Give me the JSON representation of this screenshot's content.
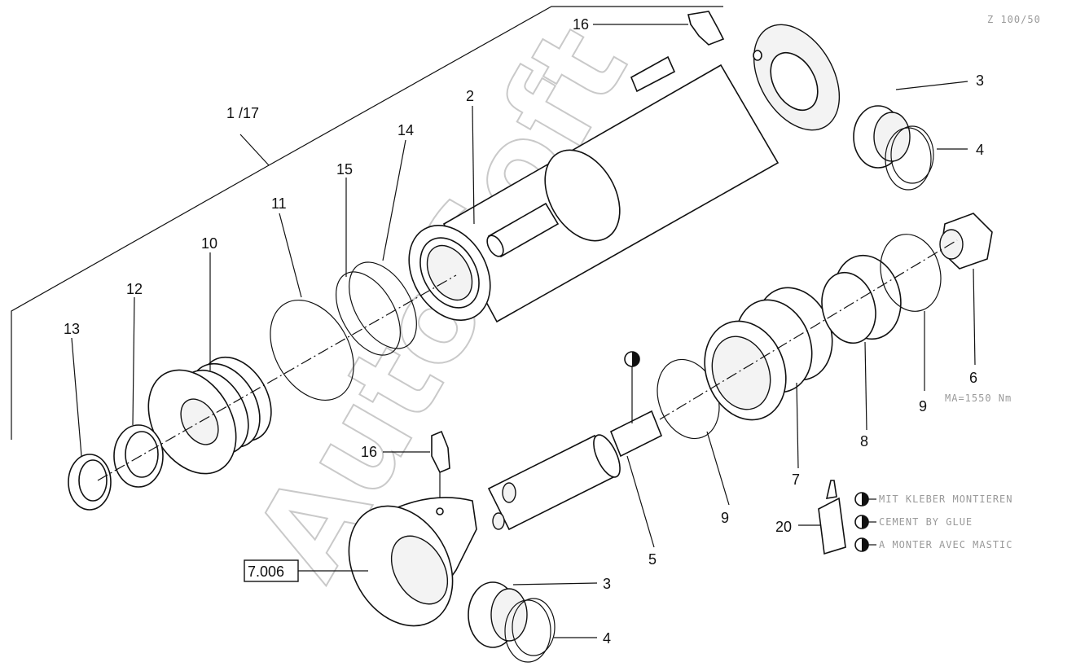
{
  "drawing_code": "Z 100/50",
  "watermark": "AutoSoft",
  "torque_note": "MA=1550 Nm",
  "assembly_ref": "1 /17",
  "boxed_ref": "7.006",
  "part_labels": {
    "p16_top": "16",
    "p3_top": "3",
    "p4_top": "4",
    "p2": "2",
    "p14": "14",
    "p15": "15",
    "p11": "11",
    "p10": "10",
    "p12": "12",
    "p13": "13",
    "p16_bottom": "16",
    "p6": "6",
    "p9_right": "9",
    "p8": "8",
    "p7": "7",
    "p9_mid": "9",
    "p5": "5",
    "p20": "20",
    "p3_bottom": "3",
    "p4_bottom": "4"
  },
  "legend": [
    {
      "text": "MIT KLEBER MONTIEREN"
    },
    {
      "text": "CEMENT BY GLUE"
    },
    {
      "text": "A MONTER AVEC MASTIC"
    }
  ]
}
